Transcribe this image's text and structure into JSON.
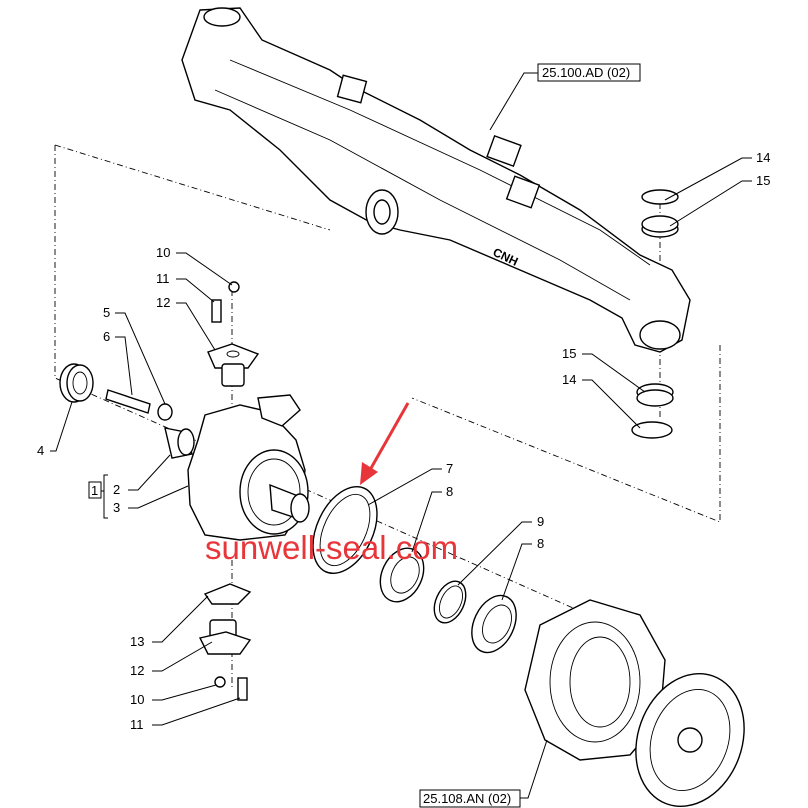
{
  "diagram": {
    "references": {
      "axle_housing": "25.100.AD (02)",
      "wheel_hub": "25.108.AN (02)"
    },
    "callouts": {
      "c14_top": "14",
      "c15_top": "15",
      "c15_bottom": "15",
      "c14_bottom": "14",
      "c10_top": "10",
      "c11_top": "11",
      "c12_top": "12",
      "c5": "5",
      "c6": "6",
      "c4": "4",
      "group_box": "1",
      "c2": "2",
      "c3": "3",
      "c7": "7",
      "c8_a": "8",
      "c9": "9",
      "c8_b": "8",
      "c13": "13",
      "c12_bottom": "12",
      "c10_bottom": "10",
      "c11_bottom": "11"
    },
    "housing_logo": "CNH",
    "watermark": "sunwell-seal.com",
    "highlight_arrow_color": "#e8353a"
  }
}
